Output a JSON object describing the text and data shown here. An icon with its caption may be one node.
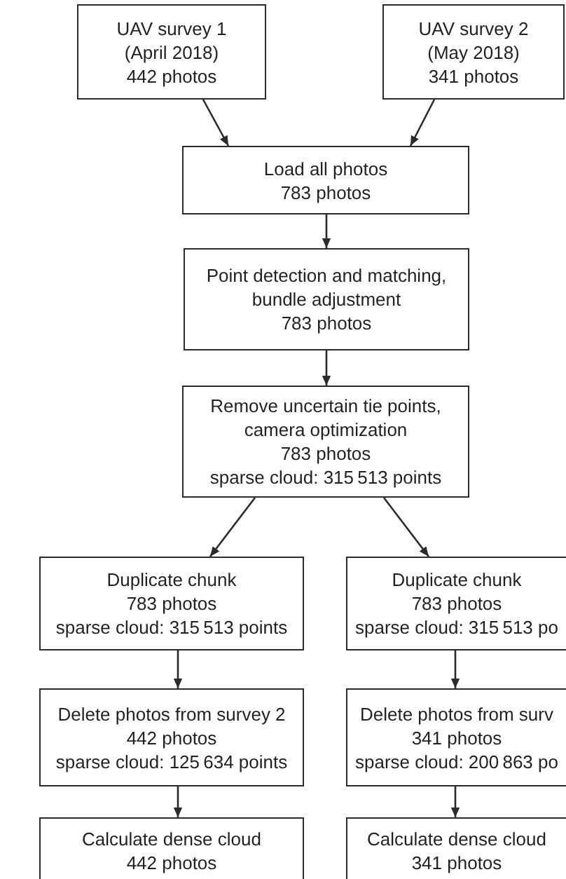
{
  "diagram": {
    "nodes": [
      {
        "text": [
          "UAV survey 1",
          "(April 2018)",
          "442 photos"
        ]
      },
      {
        "text": [
          "UAV survey 2",
          "(May 2018)",
          "341 photos"
        ]
      },
      {
        "text": [
          "Load all photos",
          "783 photos"
        ]
      },
      {
        "text": [
          "Point detection and matching, bundle adjustment",
          "783 photos"
        ]
      },
      {
        "text": [
          "Remove uncertain tie points, camera optimization",
          "783 photos",
          "sparse cloud: 315 513 points"
        ]
      },
      {
        "text": [
          "Duplicate chunk",
          "783 photos",
          "sparse cloud: 315 513 points"
        ]
      },
      {
        "text": [
          "Duplicate chunk",
          "783 photos",
          "sparse cloud: 315 513 po"
        ]
      },
      {
        "text": [
          "Delete photos from survey 2",
          "442 photos",
          "sparse cloud: 125 634 points"
        ]
      },
      {
        "text": [
          "Delete photos from surv",
          "341 photos",
          "sparse cloud: 200 863 po"
        ]
      },
      {
        "text": [
          "Calculate dense cloud",
          "442 photos"
        ]
      },
      {
        "text": [
          "Calculate dense cloud",
          "341 photos"
        ]
      }
    ],
    "edges": [
      {
        "from": 0,
        "to": 2,
        "arrow": "to"
      },
      {
        "from": 1,
        "to": 2,
        "arrow": "to"
      },
      {
        "from": 2,
        "to": 3,
        "arrow": "to"
      },
      {
        "from": 3,
        "to": 4,
        "arrow": "to"
      },
      {
        "from": 4,
        "to": 5,
        "arrow": "to"
      },
      {
        "from": 4,
        "to": 6,
        "arrow": "to"
      },
      {
        "from": 5,
        "to": 7,
        "arrow": "to"
      },
      {
        "from": 6,
        "to": 8,
        "arrow": "to"
      },
      {
        "from": 7,
        "to": 9,
        "arrow": "to"
      },
      {
        "from": 8,
        "to": 10,
        "arrow": "to"
      }
    ]
  }
}
